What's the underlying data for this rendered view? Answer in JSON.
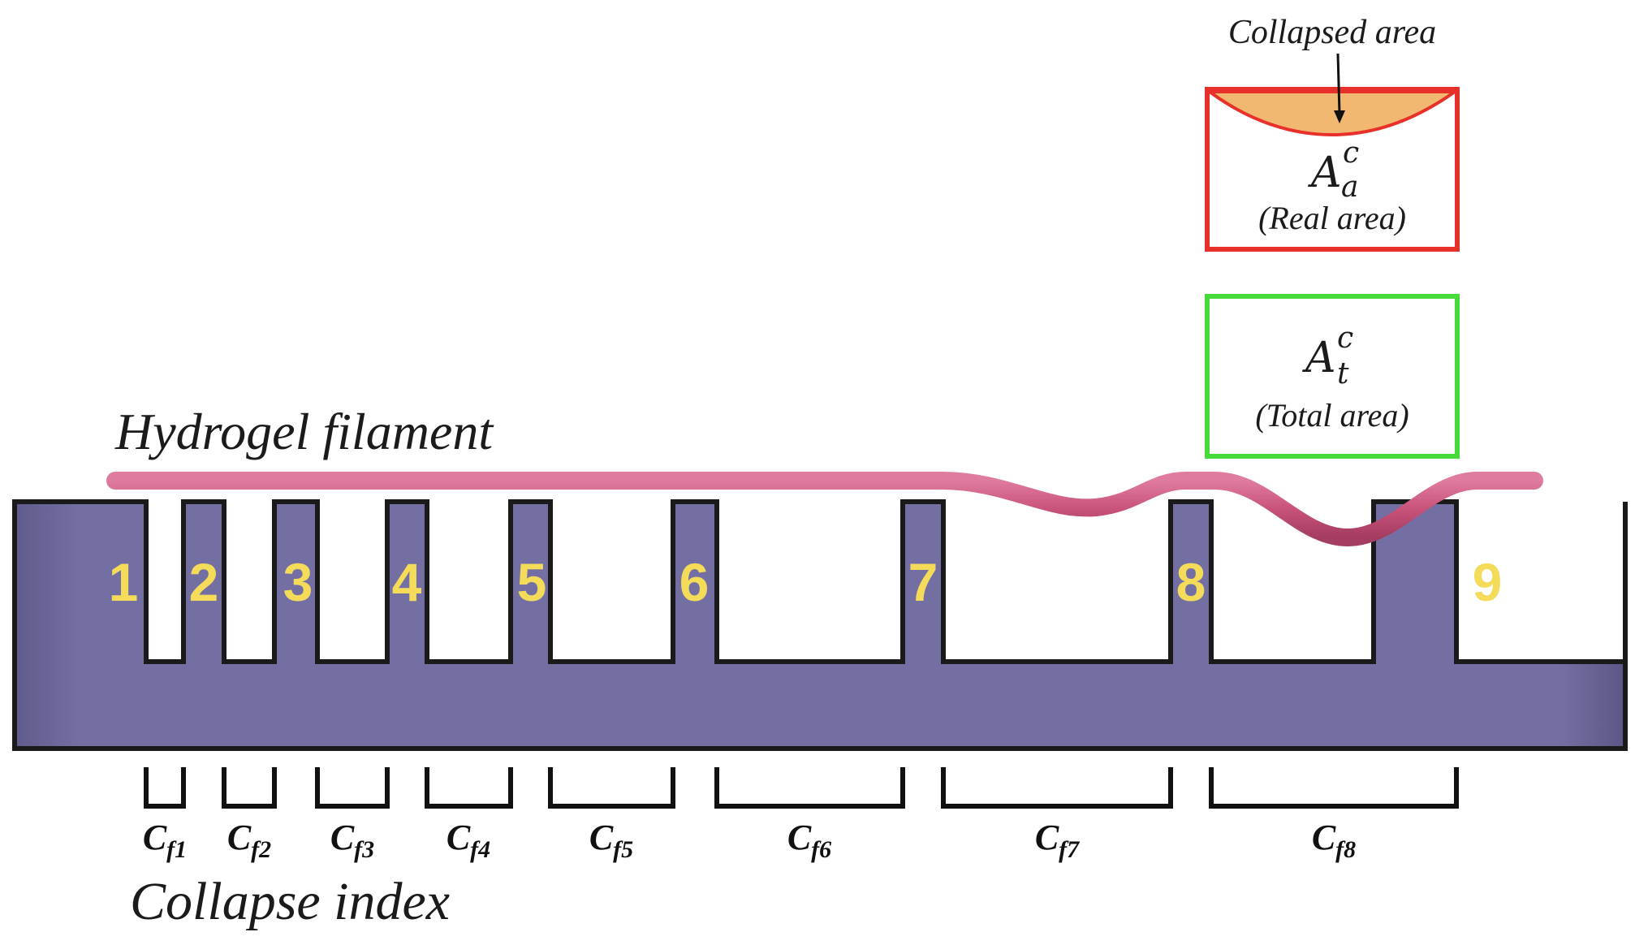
{
  "labels": {
    "collapsed_area": "Collapsed area",
    "real_area_symbol": "A",
    "real_area_sub": "a",
    "real_area_sup": "c",
    "real_area_caption": "(Real area)",
    "total_area_symbol": "A",
    "total_area_sub": "t",
    "total_area_sup": "c",
    "total_area_caption": "(Total area)",
    "hydrogel": "Hydrogel filament",
    "collapse_index": "Collapse index"
  },
  "pillars": [
    "1",
    "2",
    "3",
    "4",
    "5",
    "6",
    "7",
    "8",
    "9"
  ],
  "gaps": [
    {
      "C": "C",
      "sub": "f1"
    },
    {
      "C": "C",
      "sub": "f2"
    },
    {
      "C": "C",
      "sub": "f3"
    },
    {
      "C": "C",
      "sub": "f4"
    },
    {
      "C": "C",
      "sub": "f5"
    },
    {
      "C": "C",
      "sub": "f6"
    },
    {
      "C": "C",
      "sub": "f7"
    },
    {
      "C": "C",
      "sub": "f8"
    }
  ],
  "colors": {
    "platform": "#736fa2",
    "platform_edge": "#1a1a1a",
    "filament": "#c8527a",
    "pillar_number": "#f4dc5a",
    "real_box": "#e8302b",
    "total_box": "#46d93a",
    "collapsed_fill": "#f2b872"
  }
}
